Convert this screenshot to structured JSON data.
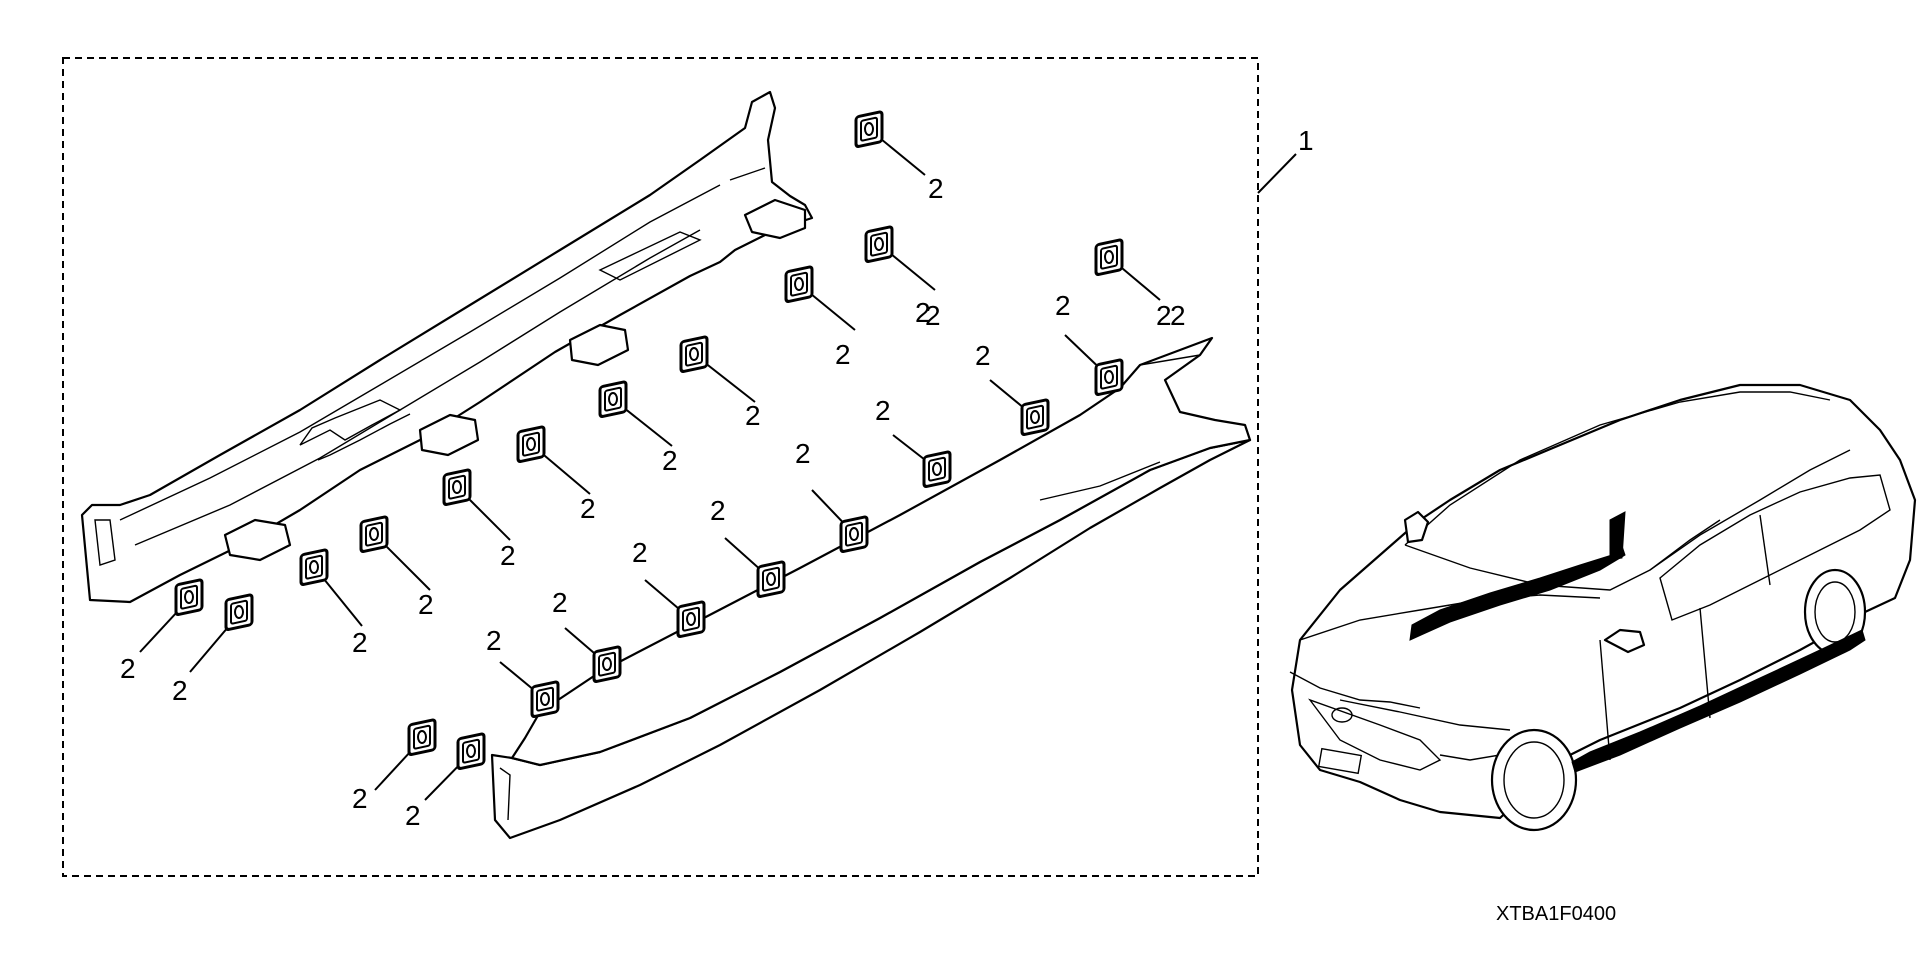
{
  "diagram": {
    "part_number_label": "1",
    "clip_label": "2",
    "drawing_code": "XTBA1F0400"
  }
}
